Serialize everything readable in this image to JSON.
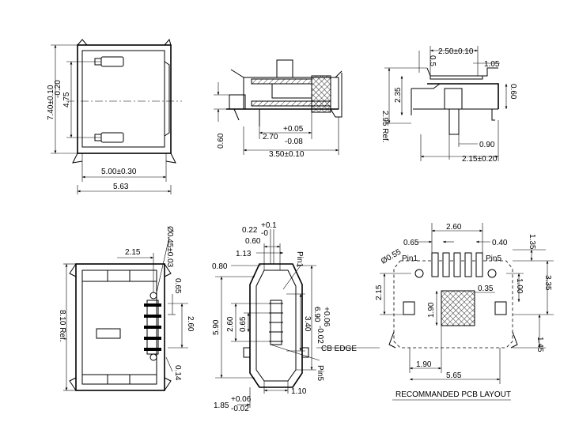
{
  "top_left": {
    "dim_width": "5.00±0.30",
    "dim_overall": "5.63",
    "dim_pitch": "4.75",
    "dim_length": "7.40±0.10",
    "dim_length_tol": "-0.20"
  },
  "top_middle": {
    "dim_depth": "2.70",
    "dim_depth_tol_plus": "+0.05",
    "dim_depth_tol_minus": "-0.08",
    "dim_total": "3.50±0.10",
    "dim_height": "0.60"
  },
  "top_right": {
    "dim_a": "0.5",
    "dim_b": "2.50±0.10",
    "dim_c": "1.05",
    "dim_d": "2.35",
    "dim_ref": "2.95 Ref.",
    "dim_e": "0.60",
    "dim_f": "0.90",
    "dim_g": "2.15±0.20"
  },
  "bottom_left": {
    "dim_hole": "Ø0.45±0.03",
    "dim_offset": "2.15",
    "dim_pitch": "0.65",
    "dim_span": "2.60",
    "dim_ref": "8.10 Ref.",
    "dim_tail": "0.14"
  },
  "bottom_middle": {
    "dim_top1": "0.22",
    "dim_top1_tol_plus": "+0.1",
    "dim_top1_tol_minus": "-0",
    "dim_top2": "0.60",
    "dim_top3": "1.13",
    "dim_top4": "0.80",
    "dim_left1": "5.90",
    "dim_left2": "2.60",
    "dim_left3": "0.65",
    "dim_right1": "6.90",
    "dim_right1_tol_plus": "+0.06",
    "dim_right1_tol_minus": "-0.02",
    "dim_right2": "3.40",
    "dim_bottom1": "1.10",
    "dim_bottom2": "1.85",
    "dim_bottom2_tol_plus": "+0.06",
    "dim_bottom2_tol_minus": "-0.02",
    "label_pin1": "Pin1",
    "label_pin5": "Pin5",
    "label_edge": "CB EDGE"
  },
  "bottom_right": {
    "dim_top": "2.60",
    "dim_pitch": "0.65",
    "dim_pad": "0.40",
    "dim_right1": "1.35",
    "dim_right2": "3.35",
    "dim_right3": "1.00",
    "dim_right4": "1.45",
    "dim_hole": "Ø0.55",
    "label_pin1": "Pin1",
    "label_pin5": "Pin5",
    "dim_left": "2.15",
    "dim_center_v": "1.90",
    "dim_center_h": "0.35",
    "dim_bottom1": "1.90",
    "dim_bottom2": "5.65",
    "title": "RECOMMANDED PCB LAYOUT"
  }
}
